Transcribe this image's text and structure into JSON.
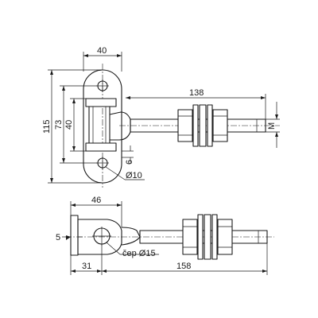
{
  "top_view": {
    "dim_width": "40",
    "dim_rod_length": "138",
    "dim_overall_height": "115",
    "dim_hole_spacing": "73",
    "dim_pin_length": "40",
    "dim_thread": "M",
    "dim_offset": "6",
    "dim_hole_dia": "Ø10"
  },
  "side_view": {
    "dim_arm_length": "46",
    "dim_plate": "5",
    "dim_pin_dia": "čep Ø15",
    "dim_base": "31",
    "dim_total": "158"
  }
}
